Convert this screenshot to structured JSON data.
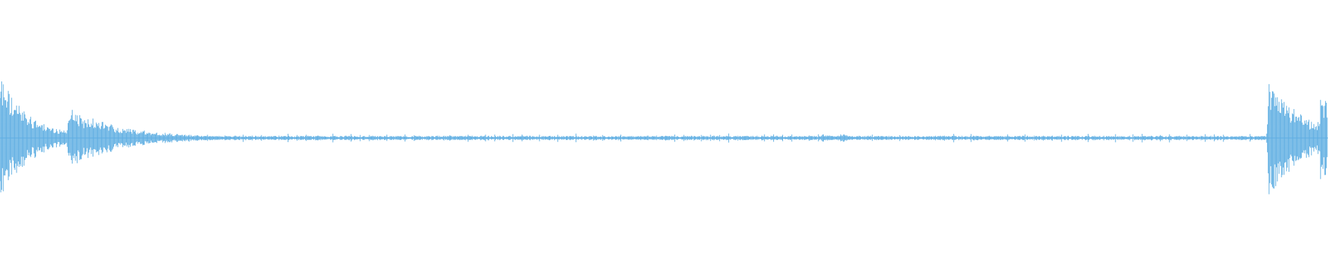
{
  "waveform": {
    "color": "#5dade2",
    "background": "#ffffff",
    "duration_fraction_note": "",
    "bursts": [
      {
        "pos": 0.0,
        "peak": 0.92,
        "decay": 0.022,
        "label": ""
      },
      {
        "pos": 0.027,
        "peak": 0.2,
        "decay": 0.01,
        "label": ""
      },
      {
        "pos": 0.051,
        "peak": 0.44,
        "decay": 0.04,
        "label": ""
      },
      {
        "pos": 0.619,
        "peak": 0.06,
        "decay": 0.01,
        "label": ""
      },
      {
        "pos": 0.633,
        "peak": 0.07,
        "decay": 0.008,
        "label": ""
      },
      {
        "pos": 0.955,
        "peak": 0.84,
        "decay": 0.028,
        "label": ""
      },
      {
        "pos": 0.98,
        "peak": 0.3,
        "decay": 0.01,
        "label": ""
      },
      {
        "pos": 0.994,
        "peak": 0.66,
        "decay": 0.02,
        "label": ""
      }
    ],
    "noise_floor": 0.032
  }
}
